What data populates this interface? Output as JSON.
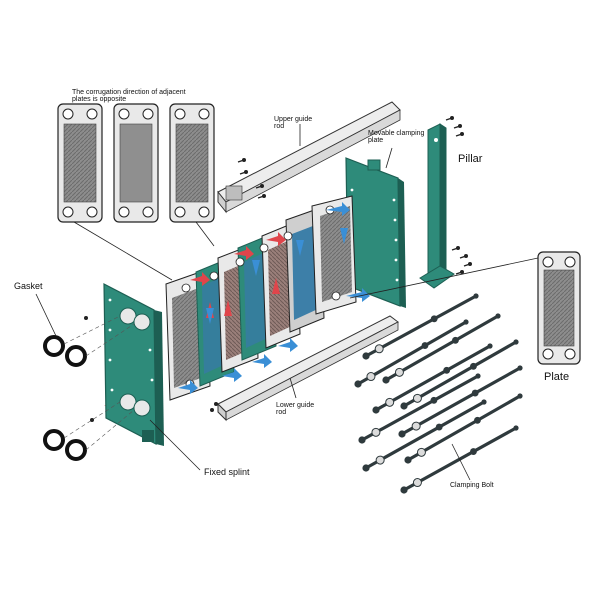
{
  "labels": {
    "corrugation_note": "The corrugation direction of adjacent plates is opposite",
    "upper_guide_rod": "Upper guide rod",
    "movable_clamping_plate": "Movable clamping plate",
    "pillar": "Pillar",
    "gasket": "Gasket",
    "plate": "Plate",
    "lower_guide_rod": "Lower guide rod",
    "fixed_splint": "Fixed splint",
    "clamping_bolt": "Clamping Bolt"
  },
  "colors": {
    "frame_green": "#2e8b7a",
    "frame_green_dark": "#1d5f53",
    "plate_gray": "#9a9a9a",
    "plate_dark": "#6f6f6f",
    "hot_flow": "#e0454b",
    "cold_flow": "#3a8fd6",
    "bolt_dark": "#2f3a3d",
    "rod_light": "#e6e6e6"
  },
  "icons": {
    "hot_arrow": "arrow-red",
    "cold_arrow": "arrow-blue"
  }
}
